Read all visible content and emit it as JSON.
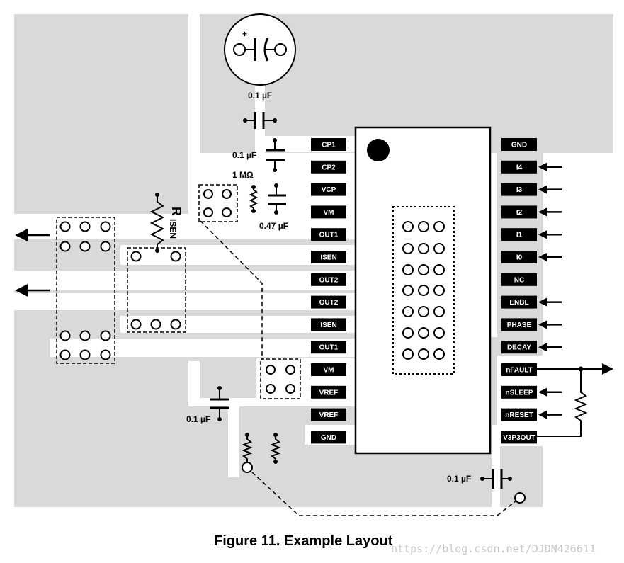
{
  "left_pins": [
    "CP1",
    "CP2",
    "VCP",
    "VM",
    "OUT1",
    "ISEN",
    "OUT2",
    "OUT2",
    "ISEN",
    "OUT1",
    "VM",
    "VREF",
    "VREF",
    "GND"
  ],
  "right_pins": [
    "GND",
    "I4",
    "I3",
    "I2",
    "I1",
    "I0",
    "NC",
    "ENBL",
    "PHASE",
    "DECAY",
    "nFAULT",
    "nSLEEP",
    "nRESET",
    "V3P3OUT"
  ],
  "component_labels": {
    "cap_top": "0.1 µF",
    "cap_cp": "0.1 µF",
    "res_1m": "1 MΩ",
    "cap_047": "0.47 µF",
    "cap_vref": "0.1 µF",
    "cap_v3p3": "0.1 µF",
    "electrolytic_plus": "+",
    "risen_main": "R",
    "risen_sub": "ISEN"
  },
  "caption": "Figure 11.  Example Layout",
  "watermark": "https://blog.csdn.net/DJDN426611",
  "colors": {
    "copper": "#d9d9d9",
    "pin_label_bg": "#000000",
    "trace": "#ffffff"
  }
}
